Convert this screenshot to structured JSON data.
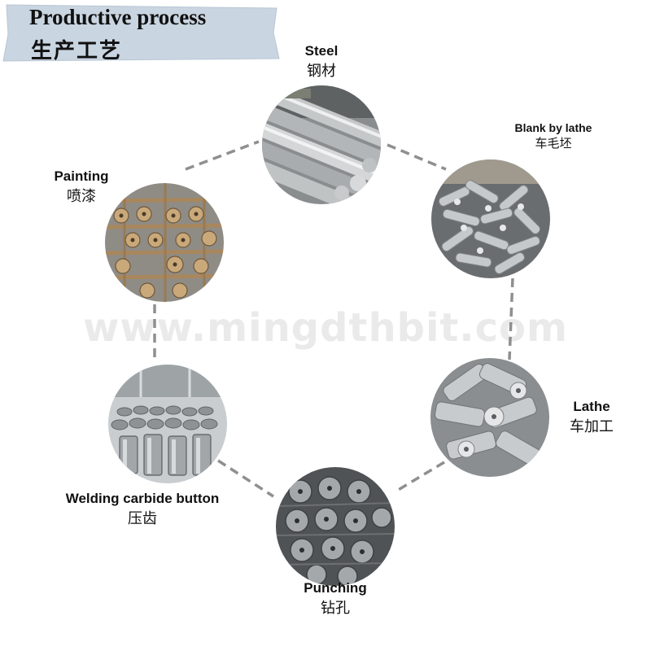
{
  "header": {
    "title_en": "Productive process",
    "title_cn": "生产工艺"
  },
  "watermark": "www.mingdthbit.com",
  "steps": [
    {
      "en": "Steel",
      "cn": "钢材",
      "photo": "steel-bars"
    },
    {
      "en": "Blank by lathe",
      "cn": "车毛坯",
      "photo": "lathe-blanks"
    },
    {
      "en": "Lathe",
      "cn": "车加工",
      "photo": "lathed-parts"
    },
    {
      "en": "Punching",
      "cn": "钻孔",
      "photo": "drilled-bit-heads"
    },
    {
      "en": "Welding carbide button",
      "cn": "压齿",
      "photo": "button-bits"
    },
    {
      "en": "Painting",
      "cn": "喷漆",
      "photo": "painting-rack"
    }
  ],
  "colors": {
    "banner": "#c9d5e1",
    "connector": "#8f8f8f",
    "watermark": "#eaeaea"
  }
}
